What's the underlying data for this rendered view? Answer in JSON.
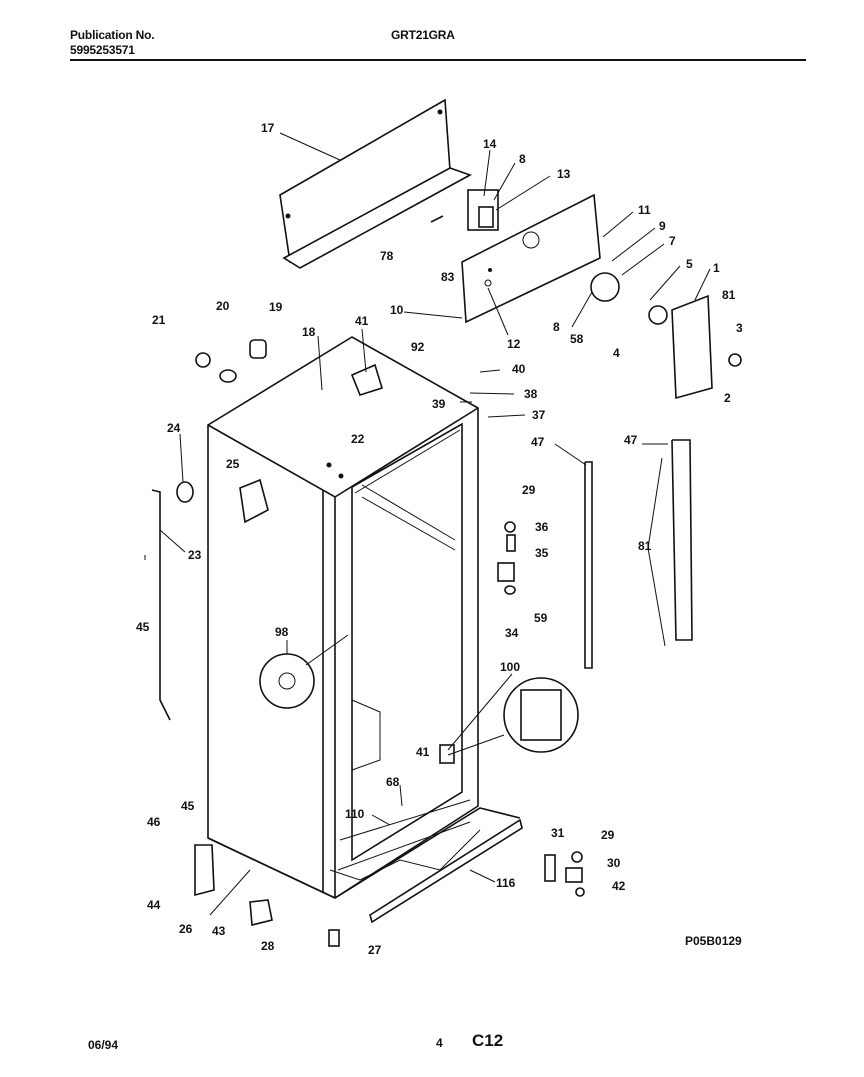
{
  "header": {
    "publication_label": "Publication No.",
    "publication_number": "5995253571",
    "model": "GRT21GRA"
  },
  "callouts": [
    {
      "id": "c17",
      "label": "17"
    },
    {
      "id": "c14",
      "label": "14"
    },
    {
      "id": "c8a",
      "label": "8"
    },
    {
      "id": "c13",
      "label": "13"
    },
    {
      "id": "c11",
      "label": "11"
    },
    {
      "id": "c9",
      "label": "9"
    },
    {
      "id": "c7",
      "label": "7"
    },
    {
      "id": "c5",
      "label": "5"
    },
    {
      "id": "c1",
      "label": "1"
    },
    {
      "id": "c81a",
      "label": "81"
    },
    {
      "id": "c3",
      "label": "3"
    },
    {
      "id": "c2",
      "label": "2"
    },
    {
      "id": "c4",
      "label": "4"
    },
    {
      "id": "c58",
      "label": "58"
    },
    {
      "id": "c8b",
      "label": "8"
    },
    {
      "id": "c12",
      "label": "12"
    },
    {
      "id": "c10",
      "label": "10"
    },
    {
      "id": "c78",
      "label": "78"
    },
    {
      "id": "c83",
      "label": "83"
    },
    {
      "id": "c21",
      "label": "21"
    },
    {
      "id": "c20",
      "label": "20"
    },
    {
      "id": "c19",
      "label": "19"
    },
    {
      "id": "c18",
      "label": "18"
    },
    {
      "id": "c41a",
      "label": "41"
    },
    {
      "id": "c92",
      "label": "92"
    },
    {
      "id": "c40",
      "label": "40"
    },
    {
      "id": "c38",
      "label": "38"
    },
    {
      "id": "c39",
      "label": "39"
    },
    {
      "id": "c37",
      "label": "37"
    },
    {
      "id": "c22",
      "label": "22"
    },
    {
      "id": "c24",
      "label": "24"
    },
    {
      "id": "c25",
      "label": "25"
    },
    {
      "id": "c23",
      "label": "23"
    },
    {
      "id": "c45a",
      "label": "45"
    },
    {
      "id": "c47a",
      "label": "47"
    },
    {
      "id": "c47b",
      "label": "47"
    },
    {
      "id": "c29a",
      "label": "29"
    },
    {
      "id": "c36",
      "label": "36"
    },
    {
      "id": "c35",
      "label": "35"
    },
    {
      "id": "c59",
      "label": "59"
    },
    {
      "id": "c34",
      "label": "34"
    },
    {
      "id": "c81b",
      "label": "81"
    },
    {
      "id": "c98",
      "label": "98"
    },
    {
      "id": "c100",
      "label": "100"
    },
    {
      "id": "c41b",
      "label": "41"
    },
    {
      "id": "c68",
      "label": "68"
    },
    {
      "id": "c110",
      "label": "110"
    },
    {
      "id": "c45b",
      "label": "45"
    },
    {
      "id": "c46",
      "label": "46"
    },
    {
      "id": "c44",
      "label": "44"
    },
    {
      "id": "c26",
      "label": "26"
    },
    {
      "id": "c43",
      "label": "43"
    },
    {
      "id": "c28",
      "label": "28"
    },
    {
      "id": "c27",
      "label": "27"
    },
    {
      "id": "c116",
      "label": "116"
    },
    {
      "id": "c31",
      "label": "31"
    },
    {
      "id": "c29b",
      "label": "29"
    },
    {
      "id": "c30",
      "label": "30"
    },
    {
      "id": "c42",
      "label": "42"
    }
  ],
  "footer": {
    "date": "06/94",
    "page": "4",
    "section": "C12",
    "drawing_code": "P05B0129"
  }
}
